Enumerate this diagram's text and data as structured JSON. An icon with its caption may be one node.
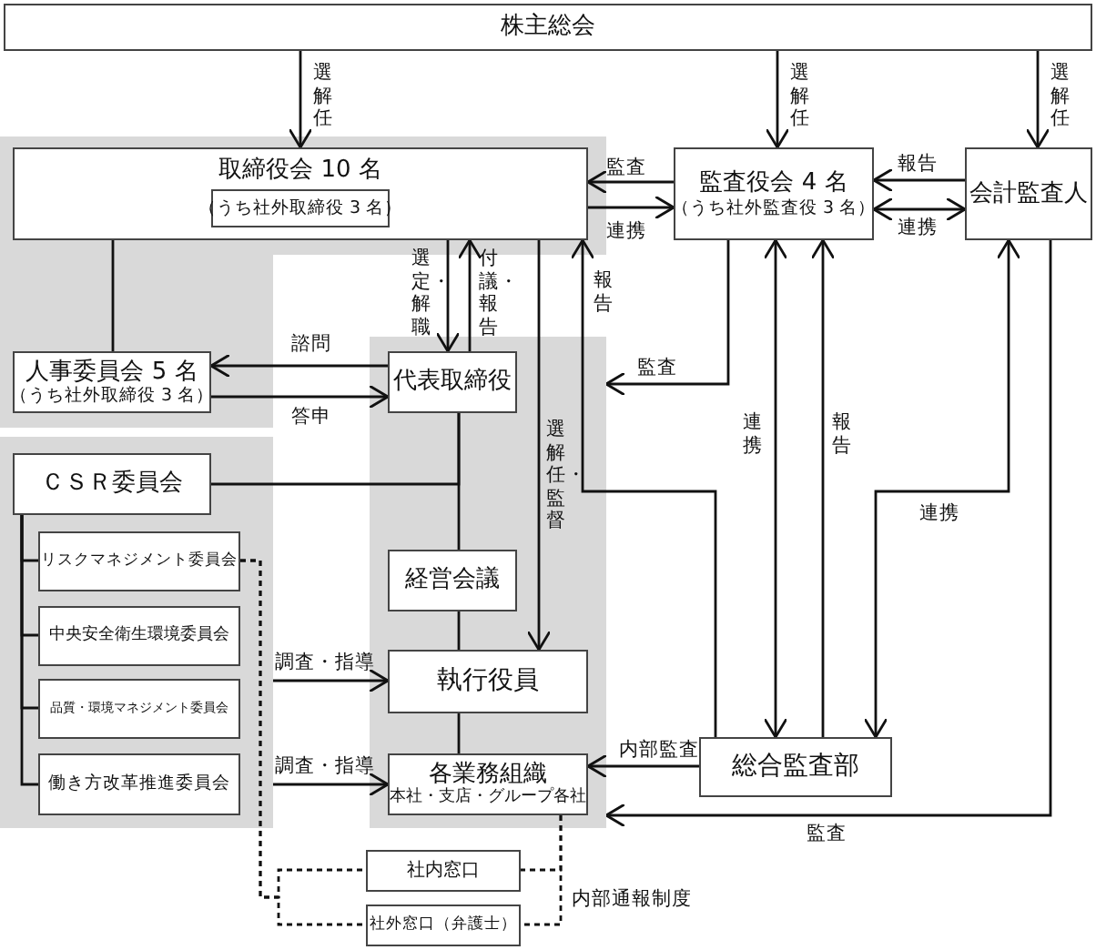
{
  "diagram": {
    "nodes": [
      {
        "text": [
          "株主総会"
        ]
      },
      {
        "text": [],
        "shape": "polygon"
      },
      {
        "text": [
          "取締役会 10 名"
        ],
        "in": 1
      },
      {
        "text": [
          "（うち社外取締役 3 名）"
        ],
        "in": 2
      },
      {
        "text": [
          "監査役会 4 名",
          "（うち社外監査役 3 名）"
        ]
      },
      {
        "text": [
          "会計監査人"
        ]
      },
      {
        "text": [
          "人事委員会 5 名",
          "（うち社外取締役 3 名）"
        ],
        "in": 1
      },
      {
        "text": [],
        "shape": "box"
      },
      {
        "text": [
          "代表取締役"
        ],
        "in": 7
      },
      {
        "text": [],
        "shape": "box"
      },
      {
        "text": [
          "ＣＳＲ委員会"
        ],
        "in": 9
      },
      {
        "text": [
          "リスクマネジメント委員会"
        ],
        "in": 9
      },
      {
        "text": [
          "中央安全衛生環境委員会"
        ],
        "in": 9
      },
      {
        "text": [
          "品質・環境マネジメント委員会"
        ],
        "in": 9
      },
      {
        "text": [
          "働き方改革推進委員会"
        ],
        "in": 9
      },
      {
        "text": [
          "経営会議"
        ],
        "in": 7
      },
      {
        "text": [
          "執行役員"
        ],
        "in": 7
      },
      {
        "text": [
          "各業務組織",
          "本社・支店・グループ各社"
        ],
        "in": 7
      },
      {
        "text": [
          "総合監査部"
        ]
      },
      {
        "text": [
          "社内窓口"
        ]
      },
      {
        "text": [
          "社外窓口（弁護士）"
        ]
      }
    ],
    "edges": [
      {
        "from": 0,
        "to": 2,
        "arrow": "to",
        "label": "選解任"
      },
      {
        "from": 0,
        "to": 4,
        "arrow": "to",
        "label": "選解任"
      },
      {
        "from": 0,
        "to": 5,
        "arrow": "to",
        "label": "選解任"
      },
      {
        "from": 4,
        "to": 2,
        "arrow": "to",
        "label": "監査"
      },
      {
        "from": 3,
        "to": 4,
        "arrow": "both",
        "label": "連携"
      },
      {
        "from": 5,
        "to": 4,
        "arrow": "to",
        "label": "報告"
      },
      {
        "from": 4,
        "to": 5,
        "arrow": "both",
        "label": "連携"
      },
      {
        "from": 2,
        "to": 6,
        "arrow": "none"
      },
      {
        "from": 2,
        "to": 8,
        "arrow": "to",
        "label": "選定・解職"
      },
      {
        "from": 8,
        "to": 2,
        "arrow": "to",
        "label": "付議・報告"
      },
      {
        "from": 2,
        "to": 16,
        "arrow": "to",
        "label": "選解任・監督"
      },
      {
        "from": 18,
        "to": 2,
        "arrow": "to",
        "label": "報告"
      },
      {
        "from": 4,
        "to": 7,
        "arrow": "to",
        "label": "監査"
      },
      {
        "from": 4,
        "to": 18,
        "arrow": "both",
        "label": "連携"
      },
      {
        "from": 18,
        "to": 4,
        "arrow": "to",
        "label": "報告"
      },
      {
        "from": 5,
        "to": 18,
        "arrow": "both",
        "label": "連携"
      },
      {
        "from": 5,
        "to": 7,
        "arrow": "to",
        "label": "監査"
      },
      {
        "from": 8,
        "to": 6,
        "arrow": "to",
        "label": "諮問"
      },
      {
        "from": 6,
        "to": 8,
        "arrow": "to",
        "label": "答申"
      },
      {
        "from": 8,
        "to": 15,
        "arrow": "none"
      },
      {
        "from": 10,
        "to": 8,
        "arrow": "none"
      },
      {
        "from": 10,
        "to": 11,
        "arrow": "none"
      },
      {
        "from": 10,
        "to": 12,
        "arrow": "none"
      },
      {
        "from": 10,
        "to": 13,
        "arrow": "none"
      },
      {
        "from": 10,
        "to": 14,
        "arrow": "none"
      },
      {
        "from": 15,
        "to": 16,
        "arrow": "none"
      },
      {
        "from": 16,
        "to": 17,
        "arrow": "none"
      },
      {
        "from": 9,
        "to": 16,
        "arrow": "to",
        "label": "調査・指導"
      },
      {
        "from": 9,
        "to": 17,
        "arrow": "to",
        "label": "調査・指導"
      },
      {
        "from": 18,
        "to": 17,
        "arrow": "to",
        "label": "内部監査"
      },
      {
        "from": 11,
        "to": 19,
        "arrow": "none",
        "style": "dashed"
      },
      {
        "from": 11,
        "to": 20,
        "arrow": "none",
        "style": "dashed"
      },
      {
        "from": 17,
        "to": 19,
        "arrow": "none",
        "style": "dashed"
      },
      {
        "from": 17,
        "to": 20,
        "arrow": "none",
        "style": "dashed"
      }
    ],
    "labels": [
      "内部通報制度"
    ]
  }
}
